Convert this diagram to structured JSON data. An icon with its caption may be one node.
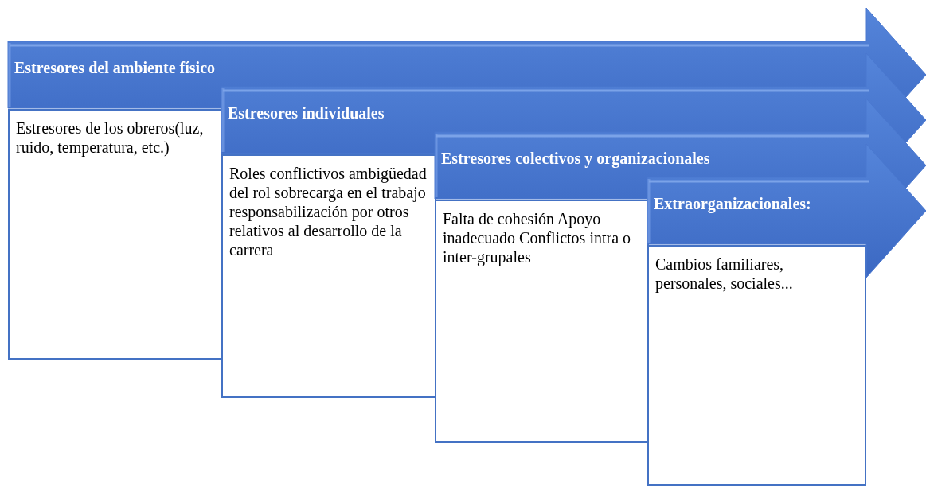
{
  "diagram": {
    "nodes": [
      {
        "text": [
          "Estresores del ambiente físico"
        ]
      },
      {
        "text": [
          "Estresores de los obreros(luz, ruido, temperatura, etc.)"
        ]
      },
      {
        "text": [
          "Estresores individuales"
        ]
      },
      {
        "text": [
          "Roles conflictivos ambigüedad del rol sobrecarga en el trabajo responsabilización por otros relativos al desarrollo de la carrera"
        ]
      },
      {
        "text": [
          "Estresores colectivos y organizacionales"
        ]
      },
      {
        "text": [
          "Falta de cohesión Apoyo inadecuado Conflictos intra o inter-grupales"
        ]
      },
      {
        "text": [
          "Extraorganizacionales:"
        ]
      },
      {
        "text": [
          "Cambios familiares, personales, sociales..."
        ]
      }
    ]
  }
}
